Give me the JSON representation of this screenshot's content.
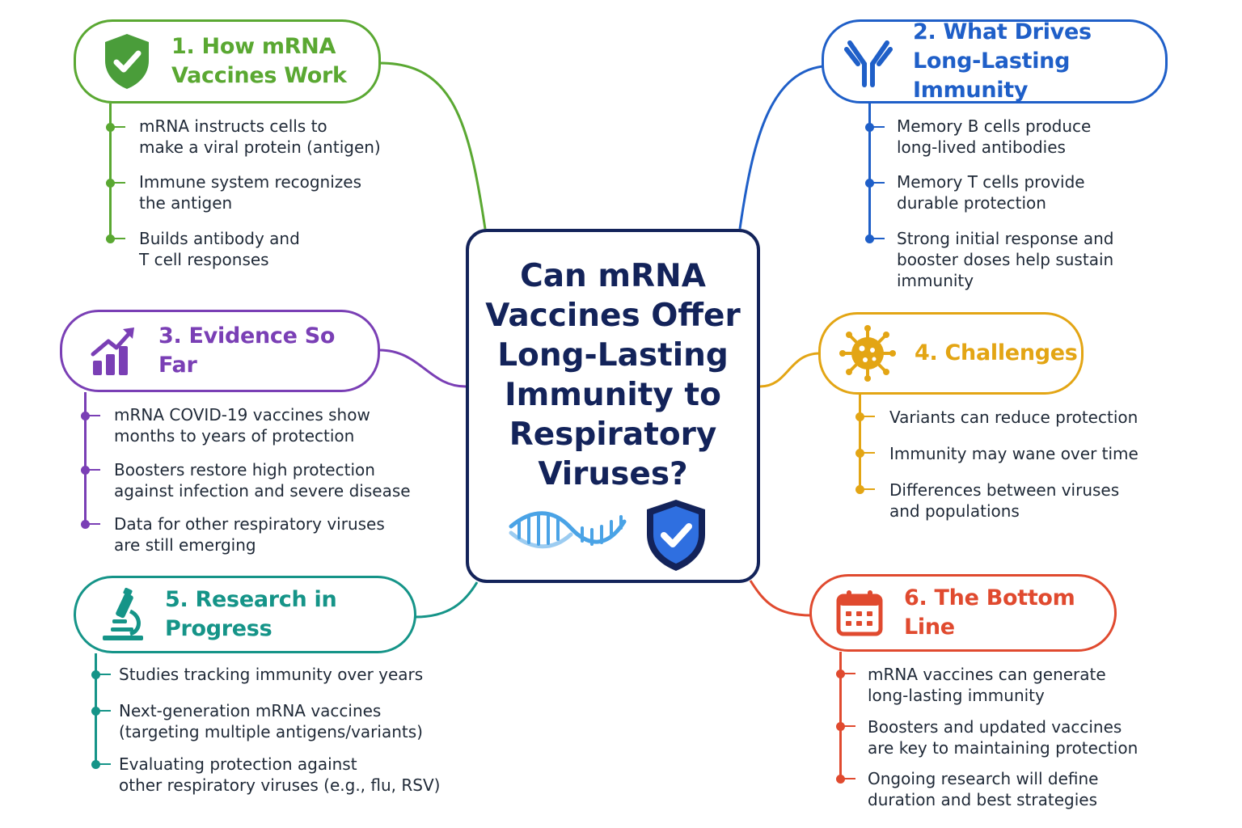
{
  "center": {
    "title_lines": [
      "Can mRNA",
      "Vaccines Offer",
      "Long-Lasting",
      "Immunity to",
      "Respiratory",
      "Viruses?"
    ],
    "icons": [
      "dna-strand-icon",
      "shield-check-icon"
    ]
  },
  "sections": {
    "how": {
      "title_lines": [
        "1. How mRNA",
        "Vaccines Work"
      ],
      "color": "#5aa832",
      "icon": "shield-check-icon",
      "bullets": [
        [
          "mRNA instructs cells to",
          "make a viral protein (antigen)"
        ],
        [
          "Immune system recognizes",
          "the antigen"
        ],
        [
          "Builds antibody and",
          "T cell responses"
        ]
      ]
    },
    "drives": {
      "title_lines": [
        "2. What Drives",
        "Long-Lasting Immunity"
      ],
      "color": "#1f5fc8",
      "icon": "antibody-icon",
      "bullets": [
        [
          "Memory B cells produce",
          "long-lived antibodies"
        ],
        [
          "Memory T cells provide",
          "durable protection"
        ],
        [
          "Strong initial response and",
          "booster doses help sustain",
          "immunity"
        ]
      ]
    },
    "evidence": {
      "title_lines": [
        "3. Evidence So Far"
      ],
      "color": "#7a3fb5",
      "icon": "bar-chart-trend-icon",
      "bullets": [
        [
          "mRNA COVID-19 vaccines show",
          "months to years of protection"
        ],
        [
          "Boosters restore high protection",
          "against infection and severe disease"
        ],
        [
          "Data for other respiratory viruses",
          "are still emerging"
        ]
      ]
    },
    "challenges": {
      "title_lines": [
        "4. Challenges"
      ],
      "color": "#e3a514",
      "icon": "virus-icon",
      "bullets": [
        [
          "Variants can reduce protection"
        ],
        [
          "Immunity may wane over time"
        ],
        [
          "Differences between viruses",
          "and populations"
        ]
      ]
    },
    "research": {
      "title_lines": [
        "5. Research in Progress"
      ],
      "color": "#159488",
      "icon": "microscope-icon",
      "bullets": [
        [
          "Studies tracking immunity over years"
        ],
        [
          "Next-generation mRNA vaccines",
          "(targeting multiple antigens/variants)"
        ],
        [
          "Evaluating protection against",
          "other respiratory viruses (e.g., flu, RSV)"
        ]
      ]
    },
    "bottom": {
      "title_lines": [
        "6. The Bottom Line"
      ],
      "color": "#e04a2f",
      "icon": "calendar-icon",
      "bullets": [
        [
          "mRNA vaccines can generate",
          "long-lasting immunity"
        ],
        [
          "Boosters and updated vaccines",
          "are key to maintaining protection"
        ],
        [
          "Ongoing research will define",
          "duration and best strategies"
        ]
      ]
    }
  }
}
